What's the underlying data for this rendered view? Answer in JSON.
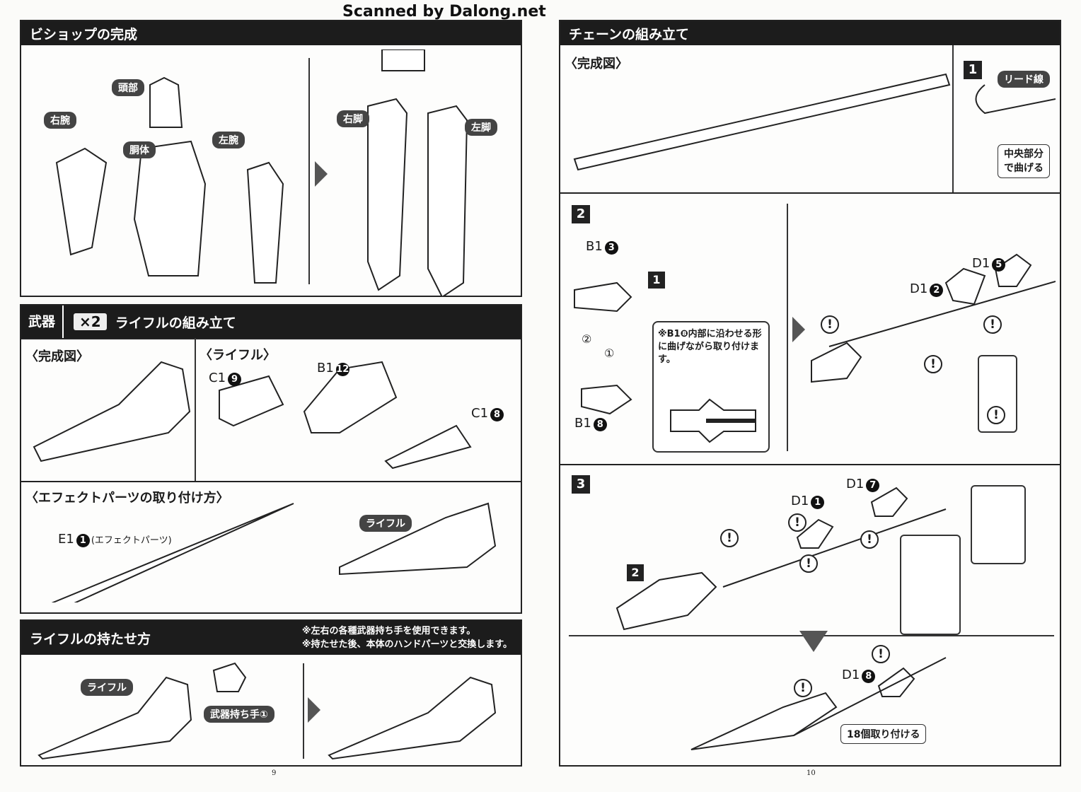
{
  "watermark": "Scanned by Dalong.net",
  "left": {
    "bishop": {
      "title": "ビショップの完成",
      "labels": {
        "head": "頭部",
        "right_arm": "右腕",
        "torso": "胴体",
        "left_arm": "左腕",
        "right_leg": "右脚",
        "left_leg": "左脚"
      }
    },
    "rifle_assembly": {
      "tag": "武器",
      "count": "×2",
      "title": "ライフルの組み立て",
      "complete": "〈完成図〉",
      "rifle": "〈ライフル〉",
      "parts": [
        {
          "runner": "C1",
          "num": "9"
        },
        {
          "runner": "B1",
          "num": "12"
        },
        {
          "runner": "C1",
          "num": "8"
        }
      ]
    },
    "effect": {
      "title": "〈エフェクトパーツの取り付け方〉",
      "part_runner": "E1",
      "part_num": "1",
      "part_name": "(エフェクトパーツ)",
      "rifle_label": "ライフル"
    },
    "holding": {
      "title": "ライフルの持たせ方",
      "notes": [
        "※左右の各種武器持ち手を使用できます。",
        "※持たせた後、本体のハンドパーツと交換します。"
      ],
      "rifle_label": "ライフル",
      "hand_label": "武器持ち手①"
    },
    "page_number": "9"
  },
  "right": {
    "title": "チェーンの組み立て",
    "complete": "〈完成図〉",
    "step1": {
      "num": "1",
      "wire_label": "リード線",
      "bend_note": "中央部分\nで曲げる"
    },
    "step2": {
      "num": "2",
      "parts": [
        {
          "runner": "B1",
          "num": "3"
        },
        {
          "runner": "B1",
          "num": "8"
        },
        {
          "runner": "D1",
          "num": "2"
        },
        {
          "runner": "D1",
          "num": "5"
        }
      ],
      "ref": "1",
      "order": [
        "①",
        "②"
      ],
      "note": "※B1❽内部に沿わせる形に曲げながら取り付けます。"
    },
    "step3": {
      "num": "3",
      "ref": "2",
      "parts": [
        {
          "runner": "D1",
          "num": "1"
        },
        {
          "runner": "D1",
          "num": "7"
        },
        {
          "runner": "D1",
          "num": "8"
        }
      ],
      "repeat_label": "18個取り付ける"
    },
    "page_number": "10"
  }
}
